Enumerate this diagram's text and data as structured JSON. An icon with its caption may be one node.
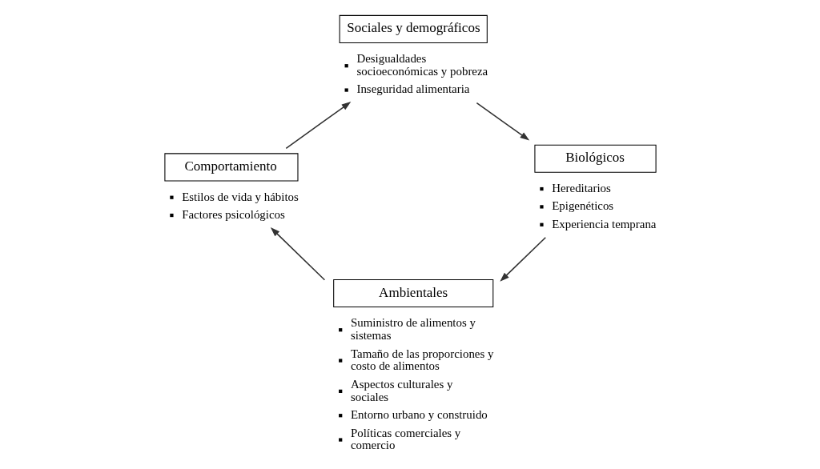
{
  "diagram": {
    "nodes": [
      {
        "text": [
          "Sociales y demográficos",
          "Desigualdades socioeconómicas y pobreza",
          "Inseguridad alimentaria"
        ]
      },
      {
        "text": [
          "Comportamiento",
          "Estilos de vida y hábitos",
          "Factores psicológicos"
        ]
      },
      {
        "text": [
          "Biológicos",
          "Hereditarios",
          "Epigenéticos",
          "Experiencia temprana"
        ]
      },
      {
        "text": [
          "Ambientales",
          "Suministro de alimentos y sistemas",
          "Tamaño de las proporciones y costo de alimentos",
          "Aspectos culturales y sociales",
          "Entorno urbano y construido",
          "Políticas comerciales y comercio"
        ]
      }
    ],
    "edges": [
      {
        "from": 1,
        "to": 0,
        "arrow": "to"
      },
      {
        "from": 0,
        "to": 2,
        "arrow": "to"
      },
      {
        "from": 2,
        "to": 3,
        "arrow": "to"
      },
      {
        "from": 3,
        "to": 1,
        "arrow": "to"
      }
    ]
  }
}
